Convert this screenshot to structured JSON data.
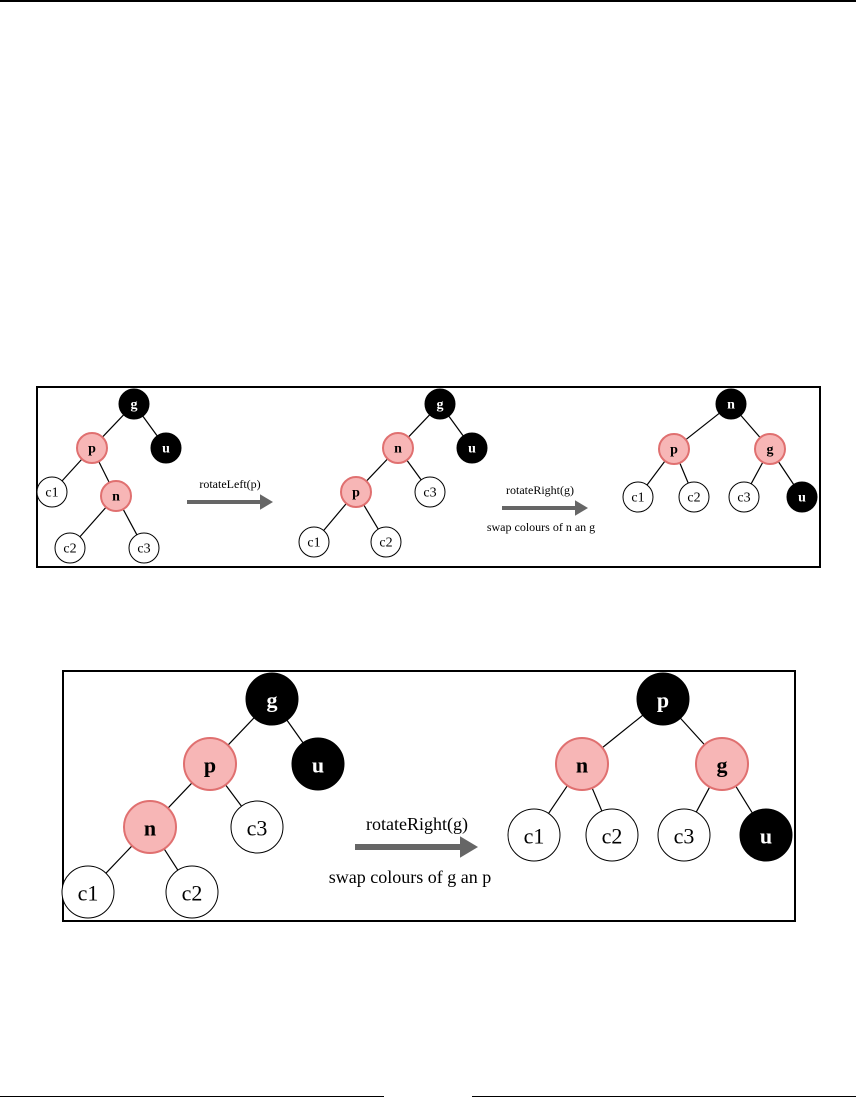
{
  "colors": {
    "black_node": "#000000",
    "red_node_fill": "#f7b6b6",
    "red_node_stroke": "#e07070",
    "leaf_fill": "#ffffff",
    "arrow": "#666666"
  },
  "figure1": {
    "tree1": {
      "nodes": [
        {
          "id": "g",
          "label": "g",
          "type": "black"
        },
        {
          "id": "p",
          "label": "p",
          "type": "red"
        },
        {
          "id": "u",
          "label": "u",
          "type": "black"
        },
        {
          "id": "c1",
          "label": "c1",
          "type": "leaf"
        },
        {
          "id": "n",
          "label": "n",
          "type": "red"
        },
        {
          "id": "c2",
          "label": "c2",
          "type": "leaf"
        },
        {
          "id": "c3",
          "label": "c3",
          "type": "leaf"
        }
      ],
      "edges": [
        [
          "g",
          "p"
        ],
        [
          "g",
          "u"
        ],
        [
          "p",
          "c1"
        ],
        [
          "p",
          "n"
        ],
        [
          "n",
          "c2"
        ],
        [
          "n",
          "c3"
        ]
      ]
    },
    "step1": {
      "label": "rotateLeft(p)"
    },
    "tree2": {
      "nodes": [
        {
          "id": "g",
          "label": "g",
          "type": "black"
        },
        {
          "id": "n",
          "label": "n",
          "type": "red"
        },
        {
          "id": "u",
          "label": "u",
          "type": "black"
        },
        {
          "id": "p",
          "label": "p",
          "type": "red"
        },
        {
          "id": "c3",
          "label": "c3",
          "type": "leaf"
        },
        {
          "id": "c1",
          "label": "c1",
          "type": "leaf"
        },
        {
          "id": "c2",
          "label": "c2",
          "type": "leaf"
        }
      ],
      "edges": [
        [
          "g",
          "n"
        ],
        [
          "g",
          "u"
        ],
        [
          "n",
          "p"
        ],
        [
          "n",
          "c3"
        ],
        [
          "p",
          "c1"
        ],
        [
          "p",
          "c2"
        ]
      ]
    },
    "step2": {
      "label": "rotateRight(g)",
      "sublabel": "swap colours of n an g"
    },
    "tree3": {
      "nodes": [
        {
          "id": "n",
          "label": "n",
          "type": "black"
        },
        {
          "id": "p",
          "label": "p",
          "type": "red"
        },
        {
          "id": "g",
          "label": "g",
          "type": "red"
        },
        {
          "id": "c1",
          "label": "c1",
          "type": "leaf"
        },
        {
          "id": "c2",
          "label": "c2",
          "type": "leaf"
        },
        {
          "id": "c3",
          "label": "c3",
          "type": "leaf"
        },
        {
          "id": "u",
          "label": "u",
          "type": "black"
        }
      ],
      "edges": [
        [
          "n",
          "p"
        ],
        [
          "n",
          "g"
        ],
        [
          "p",
          "c1"
        ],
        [
          "p",
          "c2"
        ],
        [
          "g",
          "c3"
        ],
        [
          "g",
          "u"
        ]
      ]
    }
  },
  "figure2": {
    "tree1": {
      "nodes": [
        {
          "id": "g",
          "label": "g",
          "type": "black"
        },
        {
          "id": "p",
          "label": "p",
          "type": "red"
        },
        {
          "id": "u",
          "label": "u",
          "type": "black"
        },
        {
          "id": "n",
          "label": "n",
          "type": "red"
        },
        {
          "id": "c3",
          "label": "c3",
          "type": "leaf"
        },
        {
          "id": "c1",
          "label": "c1",
          "type": "leaf"
        },
        {
          "id": "c2",
          "label": "c2",
          "type": "leaf"
        }
      ],
      "edges": [
        [
          "g",
          "p"
        ],
        [
          "g",
          "u"
        ],
        [
          "p",
          "n"
        ],
        [
          "p",
          "c3"
        ],
        [
          "n",
          "c1"
        ],
        [
          "n",
          "c2"
        ]
      ]
    },
    "step": {
      "label": "rotateRight(g)",
      "sublabel": "swap colours of g an p"
    },
    "tree2": {
      "nodes": [
        {
          "id": "p",
          "label": "p",
          "type": "black"
        },
        {
          "id": "n",
          "label": "n",
          "type": "red"
        },
        {
          "id": "g",
          "label": "g",
          "type": "red"
        },
        {
          "id": "c1",
          "label": "c1",
          "type": "leaf"
        },
        {
          "id": "c2",
          "label": "c2",
          "type": "leaf"
        },
        {
          "id": "c3",
          "label": "c3",
          "type": "leaf"
        },
        {
          "id": "u",
          "label": "u",
          "type": "black"
        }
      ],
      "edges": [
        [
          "p",
          "n"
        ],
        [
          "p",
          "g"
        ],
        [
          "n",
          "c1"
        ],
        [
          "n",
          "c2"
        ],
        [
          "g",
          "c3"
        ],
        [
          "g",
          "u"
        ]
      ]
    }
  }
}
